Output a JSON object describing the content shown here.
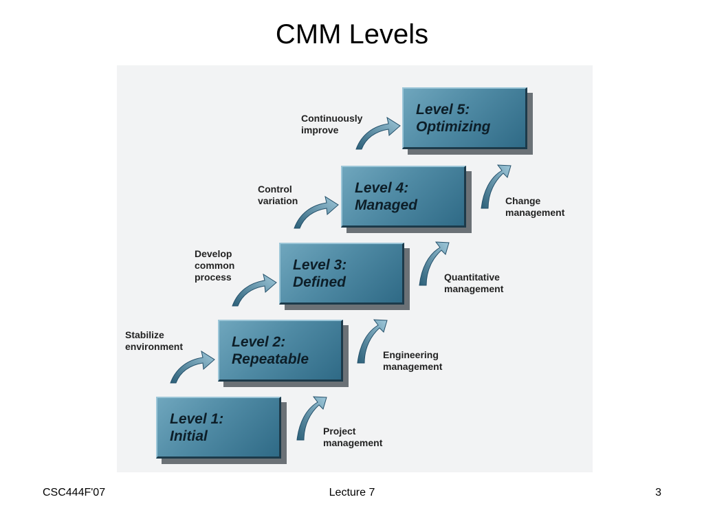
{
  "title": "CMM Levels",
  "diagram": {
    "levels": [
      {
        "number": "Level 1:",
        "name": "Initial"
      },
      {
        "number": "Level 2:",
        "name": "Repeatable"
      },
      {
        "number": "Level 3:",
        "name": "Defined"
      },
      {
        "number": "Level 4:",
        "name": "Managed"
      },
      {
        "number": "Level 5:",
        "name": "Optimizing"
      }
    ],
    "left_labels": [
      {
        "line1": "Stabilize",
        "line2": "environment"
      },
      {
        "line1": "Develop",
        "line2": "common",
        "line3": "process"
      },
      {
        "line1": "Control",
        "line2": "variation"
      },
      {
        "line1": "Continuously",
        "line2": "improve"
      }
    ],
    "right_labels": [
      {
        "line1": "Project",
        "line2": "management"
      },
      {
        "line1": "Engineering",
        "line2": "management"
      },
      {
        "line1": "Quantitative",
        "line2": "management"
      },
      {
        "line1": "Change",
        "line2": "management"
      }
    ],
    "colors": {
      "box": "#4f8aa4",
      "box_dark": "#2f6a86",
      "shadow": "#6b7176",
      "arrow": "#3d7690"
    }
  },
  "footer": {
    "left": "CSC444F'07",
    "center": "Lecture 7",
    "right": "3"
  }
}
